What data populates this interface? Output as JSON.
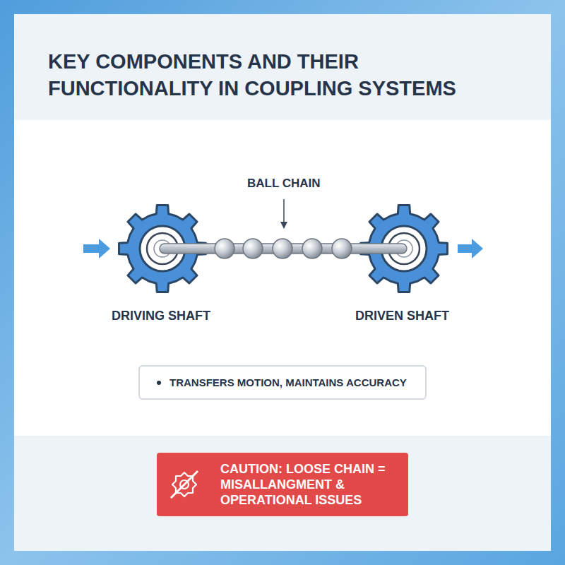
{
  "diagram": {
    "title": "KEY COMPONENTS AND THEIR FUNCTIONALITY IN COUPLING SYSTEMS",
    "nodes": [
      {
        "text": [
          "TRANSFERS MOTION, MAINTAINS ACCURACY"
        ]
      },
      {
        "text": [
          "CAUTION: LOOSE CHAIN = MISALLANGMENT & OPERATIONAL ISSUES"
        ]
      }
    ],
    "labels": [
      "BALL CHAIN",
      "DRIVING SHAFT",
      "DRIVEN SHAFT"
    ]
  }
}
